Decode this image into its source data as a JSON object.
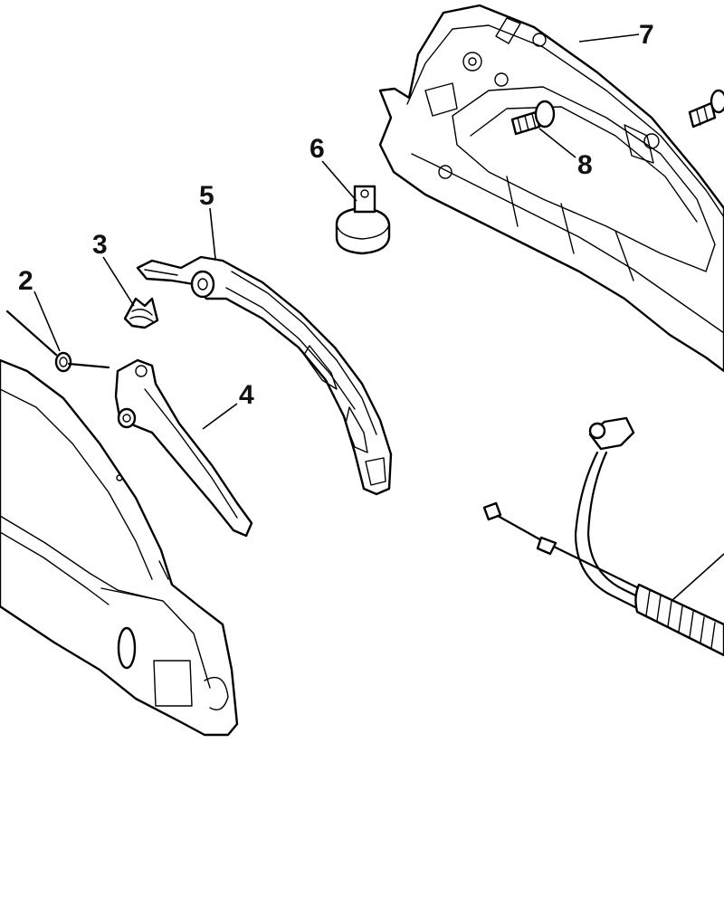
{
  "diagram": {
    "callouts": [
      {
        "id": "callout-2",
        "label": "2"
      },
      {
        "id": "callout-3",
        "label": "3"
      },
      {
        "id": "callout-4",
        "label": "4"
      },
      {
        "id": "callout-5",
        "label": "5"
      },
      {
        "id": "callout-6",
        "label": "6"
      },
      {
        "id": "callout-7",
        "label": "7"
      },
      {
        "id": "callout-8",
        "label": "8"
      }
    ],
    "line_color": "#000000",
    "background_color": "#ffffff"
  }
}
